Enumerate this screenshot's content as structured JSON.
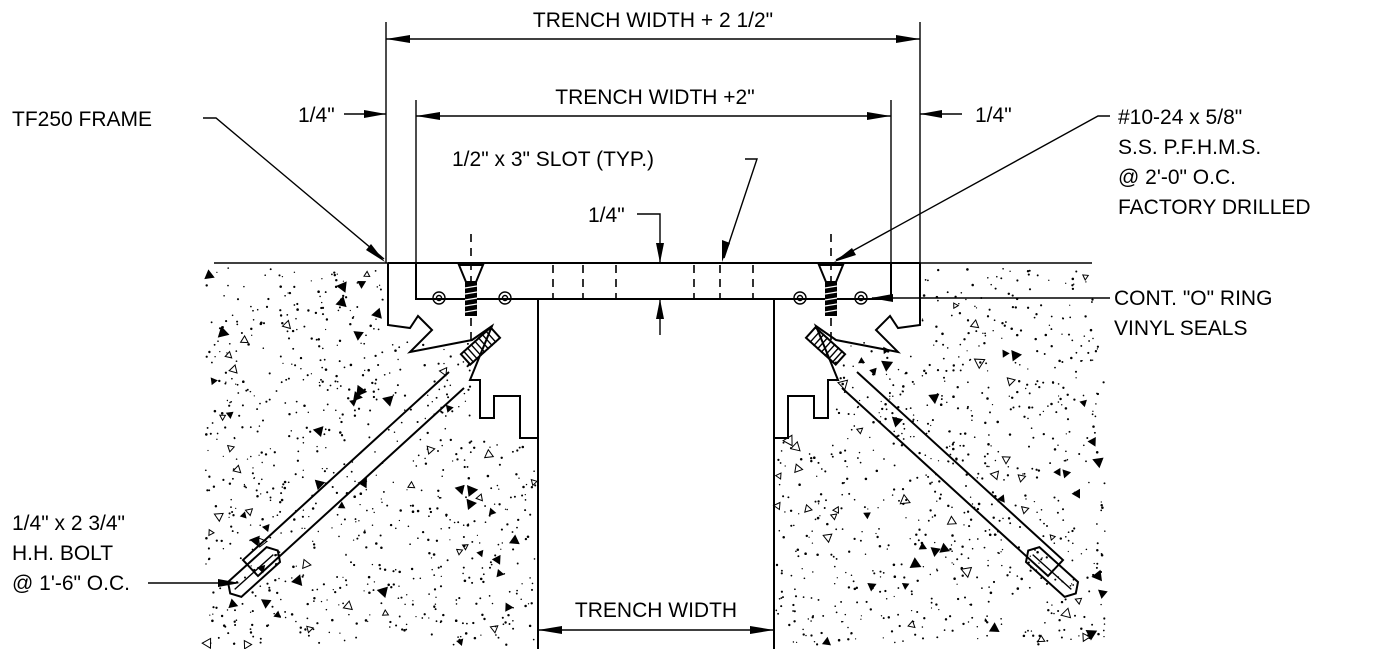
{
  "labels": {
    "overall_width": "TRENCH WIDTH + 2  1/2\"",
    "grate_width": "TRENCH WIDTH +2\"",
    "frame": "TF250 FRAME",
    "gap_left": "1/4\"",
    "gap_right": "1/4\"",
    "slot": "1/2\" x 3\"  SLOT (TYP.)",
    "thickness": "1/4\"",
    "screw": [
      "#10-24 x 5/8\"",
      "S.S. P.F.H.M.S.",
      "@ 2'-0\" O.C.",
      "FACTORY DRILLED"
    ],
    "seal": [
      "CONT. \"O\" RING",
      "VINYL SEALS"
    ],
    "bolt": [
      "1/4\" x 2 3/4\"",
      "H.H. BOLT",
      "@ 1'-6\" O.C."
    ],
    "trench": "TRENCH WIDTH"
  },
  "colors": {
    "line": "#000000",
    "background": "#ffffff"
  }
}
